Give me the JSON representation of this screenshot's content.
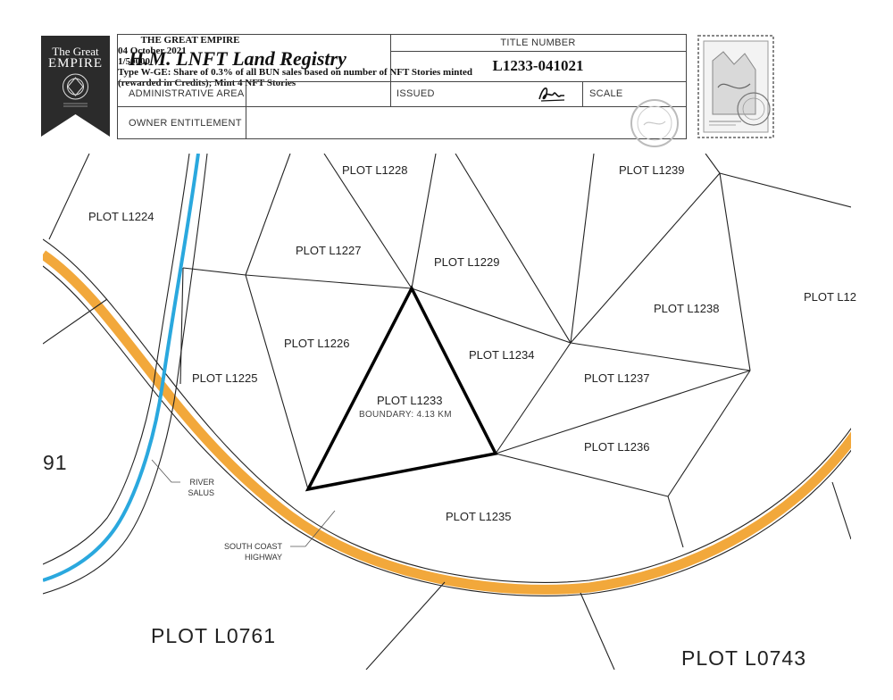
{
  "header": {
    "banner": {
      "line1": "The Great",
      "line2": "EMPIRE"
    },
    "registry_title": "H.M. LNFT Land Registry",
    "title_number_label": "TITLE NUMBER",
    "title_number": "L1233-041021",
    "admin_area_label": "ADMINISTRATIVE AREA",
    "admin_area_value": "THE GREAT EMPIRE",
    "issued_label": "ISSUED",
    "issued_value": "04 October 2021",
    "scale_label": "SCALE",
    "scale_value": "1/50000",
    "owner_label": "OWNER ENTITLEMENT",
    "owner_value_line1": "Type W-GE: Share of 0.3% of all BUN sales based on number of NFT Stories minted",
    "owner_value_line2": "(rewarded in Credits); Mint 4 NFT Stories"
  },
  "map": {
    "plots": {
      "l1224": "PLOT L1224",
      "l1225": "PLOT L1225",
      "l1226": "PLOT L1226",
      "l1227": "PLOT L1227",
      "l1228": "PLOT L1228",
      "l1229": "PLOT L1229",
      "l1233": "PLOT L1233",
      "l1234": "PLOT L1234",
      "l1235": "PLOT L1235",
      "l1236": "PLOT L1236",
      "l1237": "PLOT L1237",
      "l1238": "PLOT L1238",
      "l1239": "PLOT L1239",
      "l12_partial": "PLOT L12",
      "l0761": "PLOT L0761",
      "l0743": "PLOT L0743",
      "partial_91": "91"
    },
    "boundary": "BOUNDARY: 4.13 KM",
    "river_label_line1": "RIVER",
    "river_label_line2": "SALUS",
    "highway_label_line1": "SOUTH COAST",
    "highway_label_line2": "HIGHWAY"
  },
  "colors": {
    "highway": "#f2a83b",
    "river": "#2aa8de",
    "banner": "#2b2b2b"
  }
}
